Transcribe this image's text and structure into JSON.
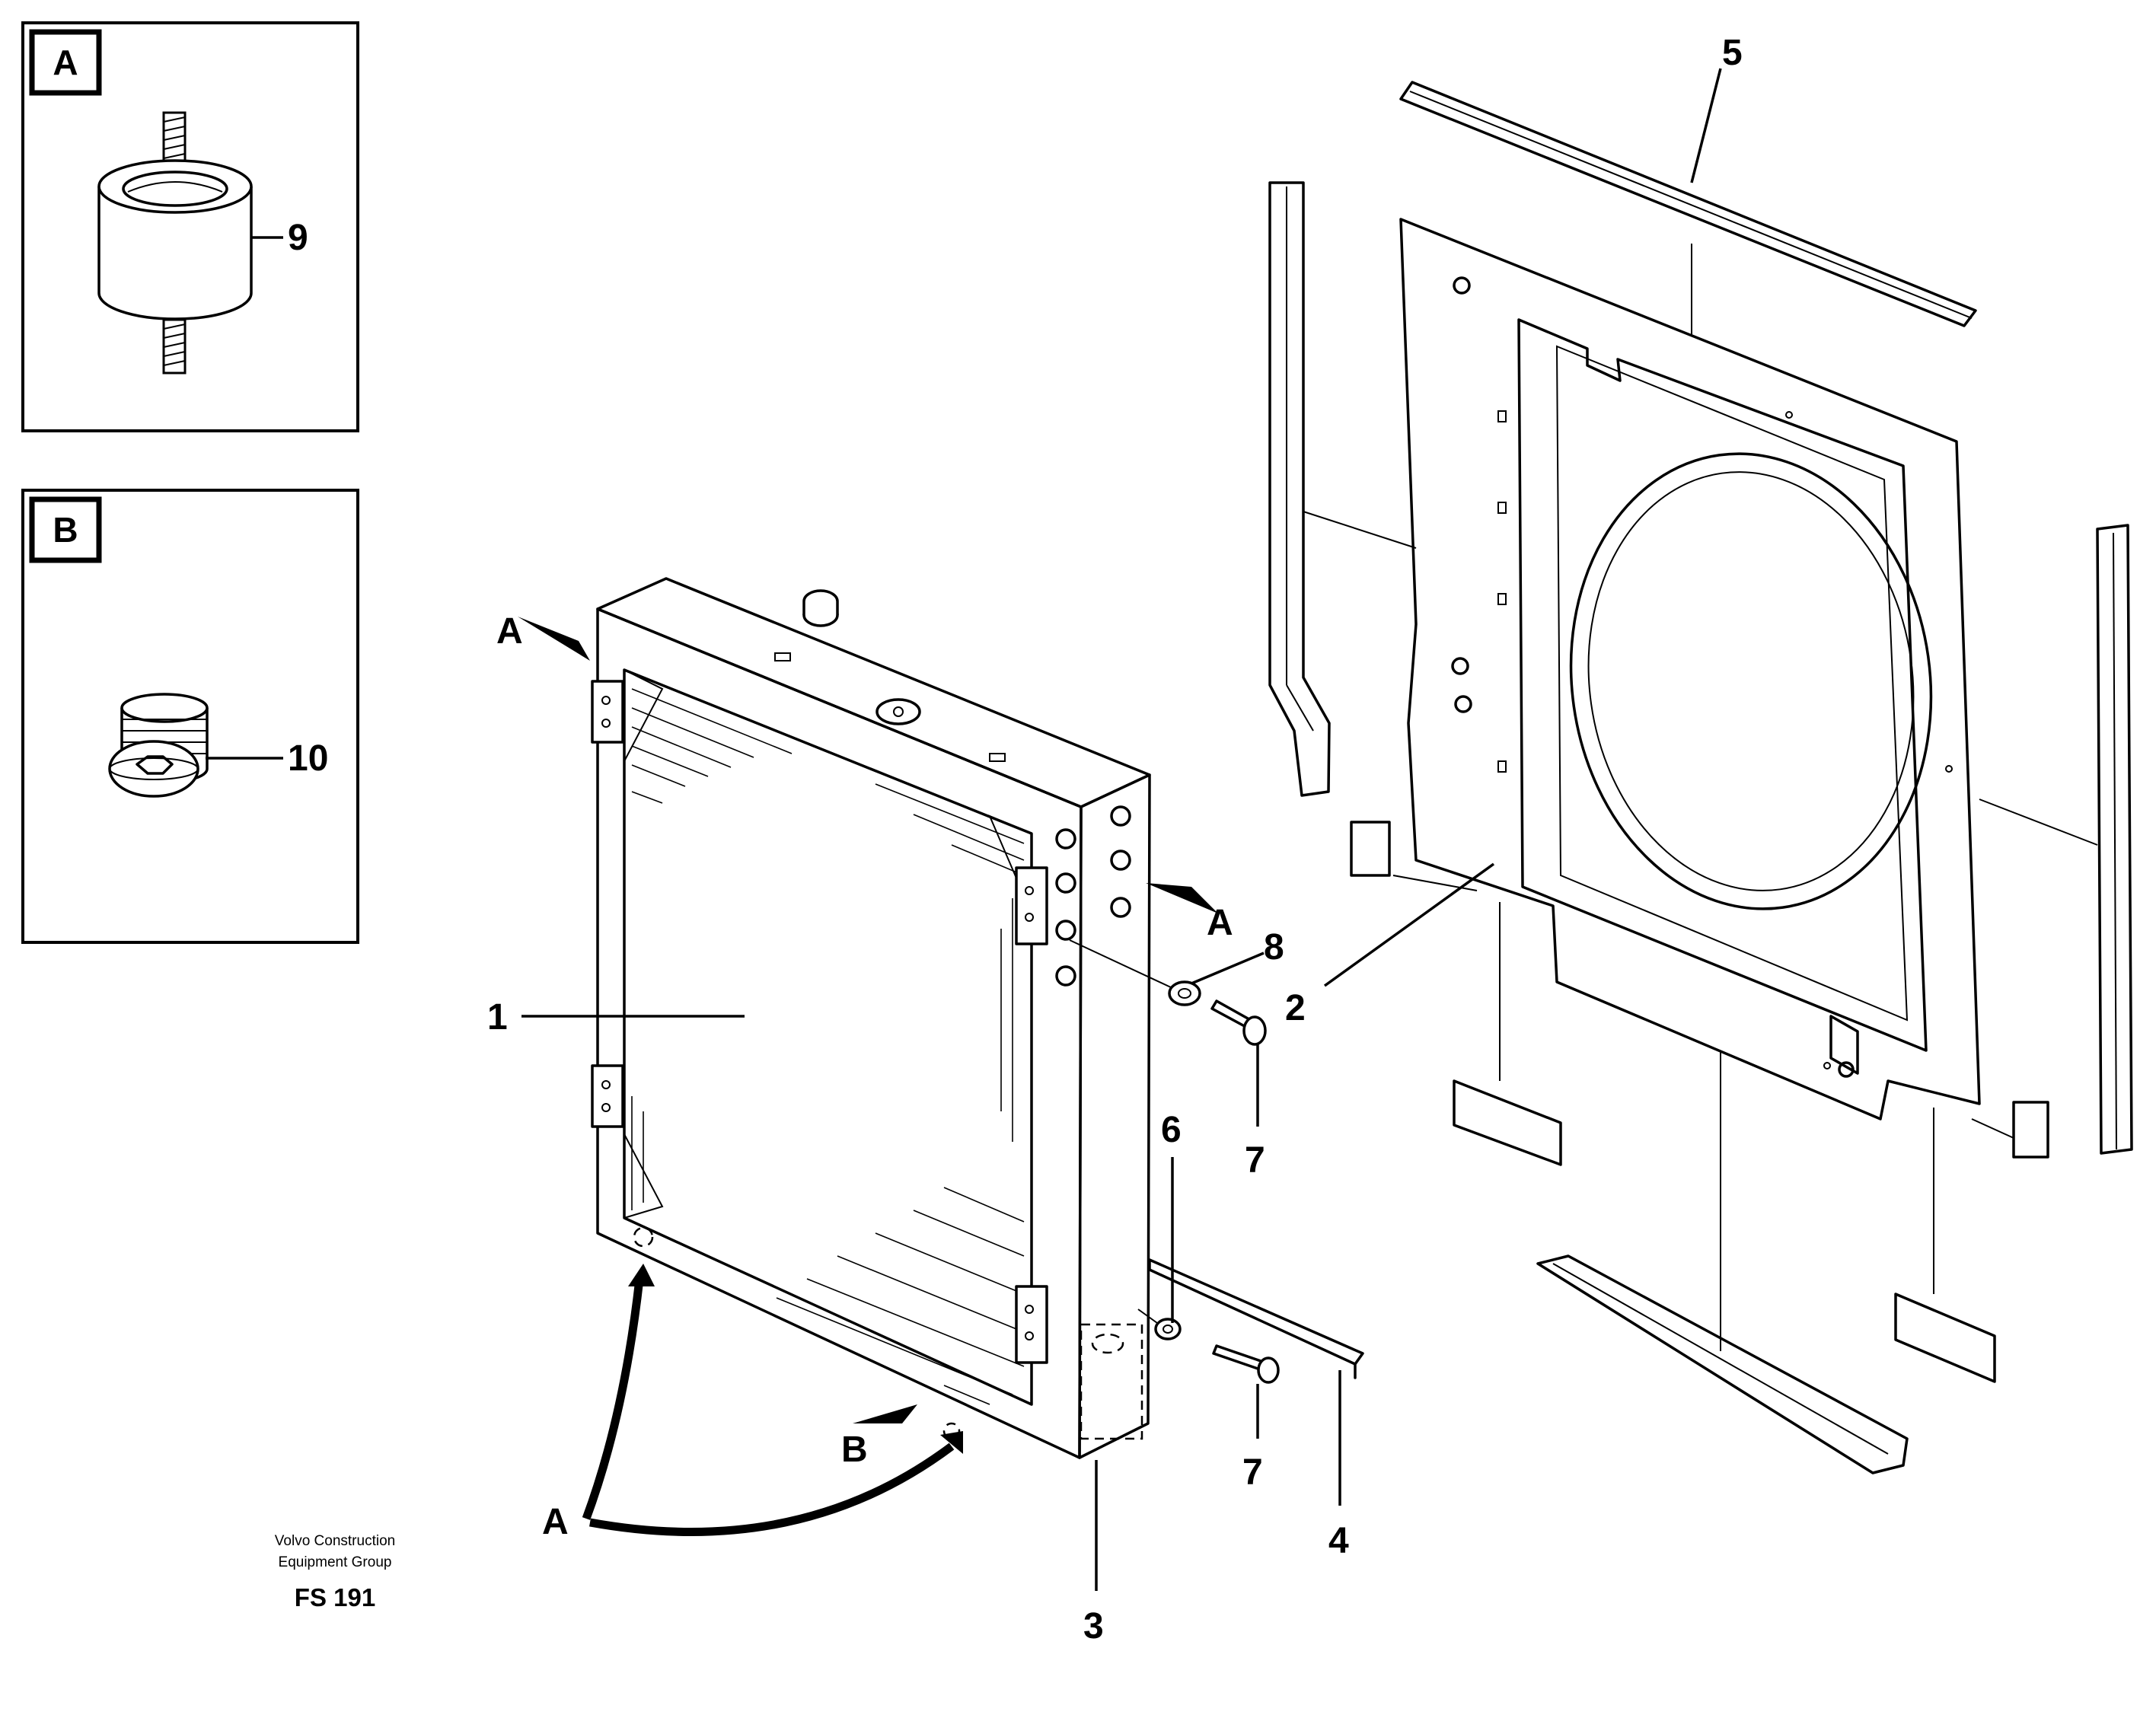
{
  "panels": {
    "a": {
      "letter": "A",
      "callout": "9"
    },
    "b": {
      "letter": "B",
      "callout": "10"
    }
  },
  "callouts": [
    "1",
    "2",
    "3",
    "4",
    "5",
    "6",
    "7",
    "7",
    "8"
  ],
  "view_markers": [
    "A",
    "A",
    "A",
    "B"
  ],
  "footer": {
    "line1": "Volvo Construction",
    "line2": "Equipment Group",
    "code": "FS 191"
  }
}
